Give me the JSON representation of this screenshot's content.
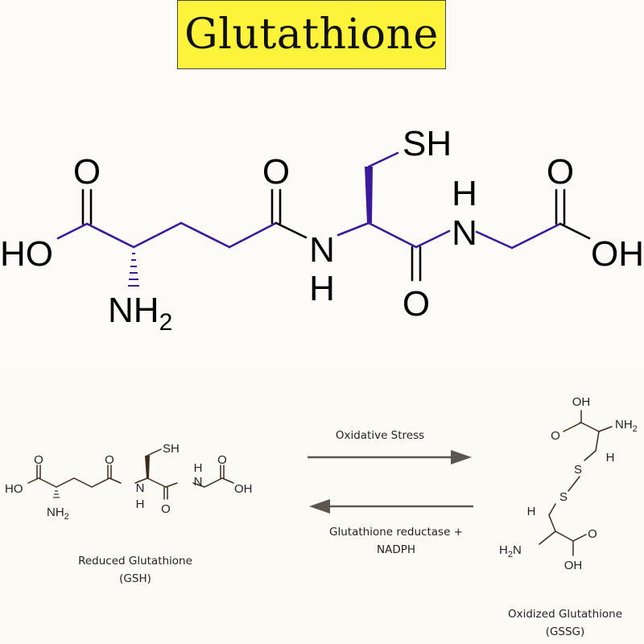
{
  "title": "Glutathione",
  "main_structure": {
    "atoms": {
      "o_acid_top": "O",
      "ho_left": "HO",
      "nh": "NH",
      "nh_sub": "2",
      "o_amide1": "O",
      "n1": "N",
      "h1": "H",
      "sh": "SH",
      "h2": "H",
      "n2": "N",
      "o_amide2": "O",
      "o_acid2_top": "O",
      "oh_right": "OH"
    }
  },
  "reaction": {
    "forward_label": "Oxidative Stress",
    "reverse_label_line1": "Glutathione reductase +",
    "reverse_label_line2": "NADPH",
    "reduced_name": "Reduced Glutathione",
    "reduced_abbr": "(GSH)",
    "oxidized_name": "Oxidized Glutathione",
    "oxidized_abbr": "(GSSG)",
    "gsh_atoms": {
      "sh": "SH",
      "o1": "O",
      "o2": "O",
      "ho": "HO",
      "nh": "NH",
      "nh_sub": "2",
      "n1": "N",
      "h1": "H",
      "h2": "H",
      "n2": "N",
      "o3": "O",
      "o4": "O",
      "oh": "OH"
    },
    "gssg_atoms": {
      "oh_top": "OH",
      "o_top": "O",
      "nh_top": "NH",
      "nh_top_sub": "2",
      "h_top": "H",
      "s1": "S",
      "s2": "S",
      "h_bot": "H",
      "h2n": "H",
      "h2n_sub": "2",
      "h2n_n": "N",
      "o_bot": "O",
      "oh_bot": "OH"
    }
  },
  "colors": {
    "title_bg": "#fcf33a",
    "bond_main": "#3b1a9a",
    "bond_small": "#3d2a1a",
    "arrow": "#5c5650"
  }
}
